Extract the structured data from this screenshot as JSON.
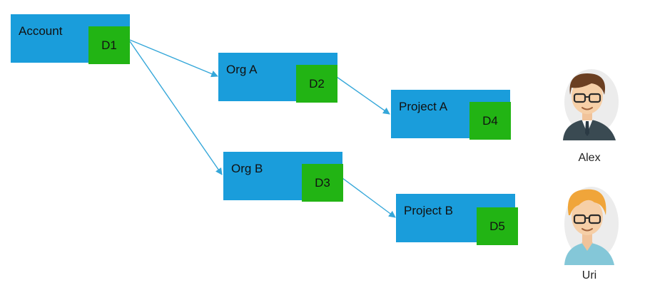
{
  "colors": {
    "node": "#1a9ddb",
    "badge": "#22b414",
    "edge": "#35a7d9"
  },
  "nodes": [
    {
      "id": "account",
      "label": "Account",
      "badge": "D1"
    },
    {
      "id": "org_a",
      "label": "Org A",
      "badge": "D2"
    },
    {
      "id": "org_b",
      "label": "Org B",
      "badge": "D3"
    },
    {
      "id": "project_a",
      "label": "Project A",
      "badge": "D4"
    },
    {
      "id": "project_b",
      "label": "Project B",
      "badge": "D5"
    }
  ],
  "edges": [
    {
      "from": "account",
      "to": "org_a"
    },
    {
      "from": "account",
      "to": "org_b"
    },
    {
      "from": "org_a",
      "to": "project_a"
    },
    {
      "from": "org_b",
      "to": "project_b"
    }
  ],
  "people": [
    {
      "name": "Alex",
      "icon": "man-with-glasses-dark-hair-icon"
    },
    {
      "name": "Uri",
      "icon": "man-with-glasses-blond-hair-icon"
    }
  ]
}
